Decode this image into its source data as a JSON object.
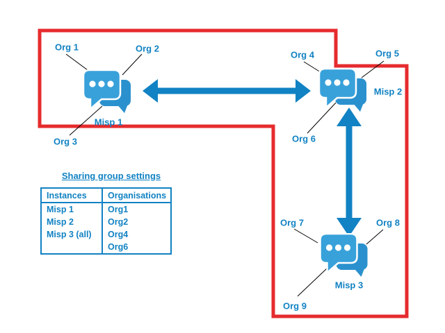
{
  "labels": {
    "org1": "Org 1",
    "org2": "Org 2",
    "org3": "Org 3",
    "org4": "Org 4",
    "org5": "Org 5",
    "org6": "Org 6",
    "org7": "Org 7",
    "org8": "Org 8",
    "org9": "Org 9",
    "misp1": "Misp 1",
    "misp2": "Misp 2",
    "misp3": "Misp 3"
  },
  "table": {
    "title": "Sharing group settings",
    "headers": [
      "Instances",
      "Organisations"
    ],
    "rows": [
      [
        "Misp 1",
        "Org1"
      ],
      [
        "Misp 2",
        "Org2"
      ],
      [
        "Misp 3 (all)",
        "Org4"
      ],
      [
        "",
        "Org6"
      ]
    ]
  },
  "colors": {
    "boundary_red": "#E62B2E",
    "accent_blue": "#1182C3",
    "icon_blue_front": "#38A1DA",
    "icon_blue_back": "#2B91CE"
  },
  "icons": {
    "misp_icon_name": "chat-bubbles-icon"
  }
}
